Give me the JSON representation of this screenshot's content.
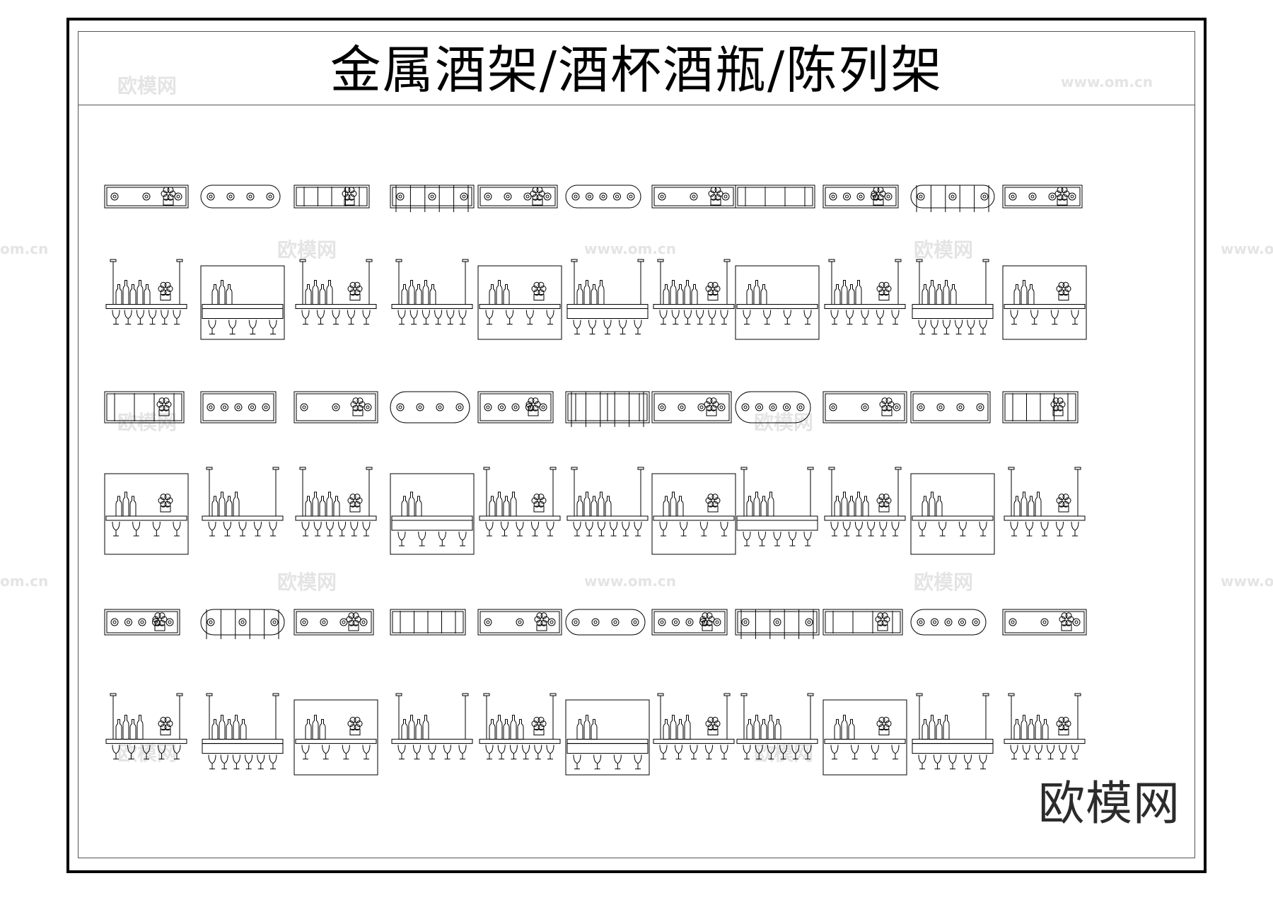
{
  "title": "金属酒架/酒杯酒瓶/陈列架",
  "watermark": {
    "text_cn": "欧模网",
    "text_url": "www.om.cn",
    "text_url_edge": "om.cn"
  },
  "brand_stamp": "欧模网",
  "colors": {
    "line": "#000000",
    "frame": "#555555",
    "watermark": "#cfcfcf"
  },
  "catalog": {
    "rows": [
      {
        "view": "plan",
        "count": 11
      },
      {
        "view": "elevation",
        "count": 11
      },
      {
        "view": "plan",
        "count": 11
      },
      {
        "view": "elevation",
        "count": 11
      },
      {
        "view": "plan",
        "count": 11
      },
      {
        "view": "elevation",
        "count": 11
      }
    ]
  }
}
